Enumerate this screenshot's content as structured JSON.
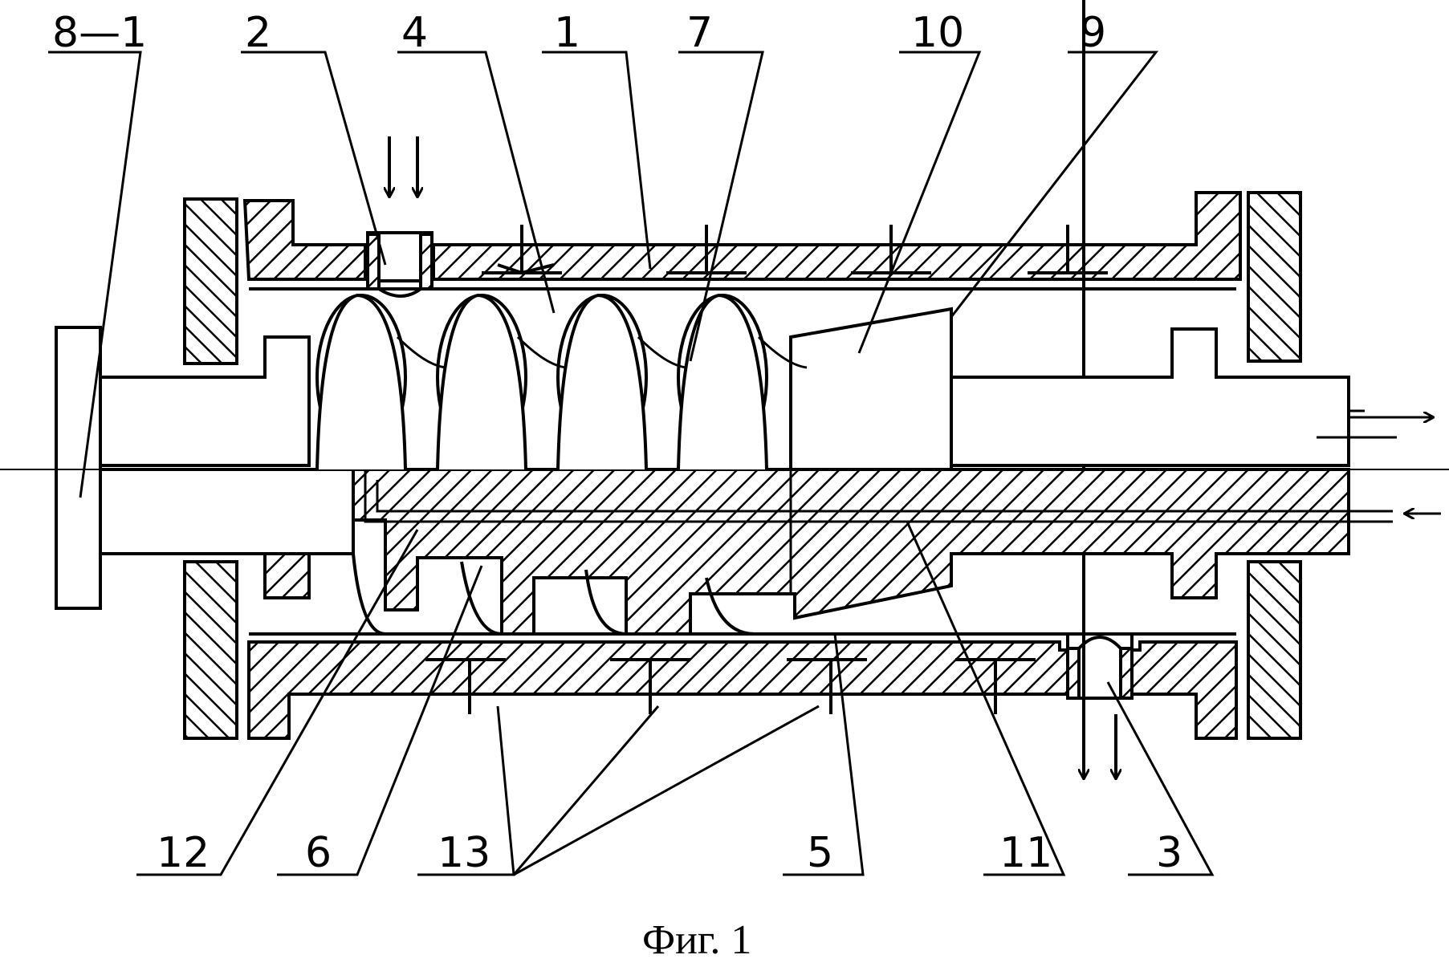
{
  "figure": {
    "caption": "Фиг. 1",
    "callouts": [
      {
        "id": "c-8-1",
        "text": "8—1"
      },
      {
        "id": "c-2",
        "text": "2"
      },
      {
        "id": "c-4",
        "text": "4"
      },
      {
        "id": "c-1",
        "text": "1"
      },
      {
        "id": "c-7",
        "text": "7"
      },
      {
        "id": "c-10",
        "text": "10"
      },
      {
        "id": "c-9",
        "text": "9"
      },
      {
        "id": "c-12",
        "text": "12"
      },
      {
        "id": "c-6",
        "text": "6"
      },
      {
        "id": "c-13",
        "text": "13"
      },
      {
        "id": "c-5",
        "text": "5"
      },
      {
        "id": "c-11",
        "text": "11"
      },
      {
        "id": "c-3",
        "text": "3"
      }
    ],
    "ink_color": "#000000",
    "paper_color": "#ffffff"
  }
}
